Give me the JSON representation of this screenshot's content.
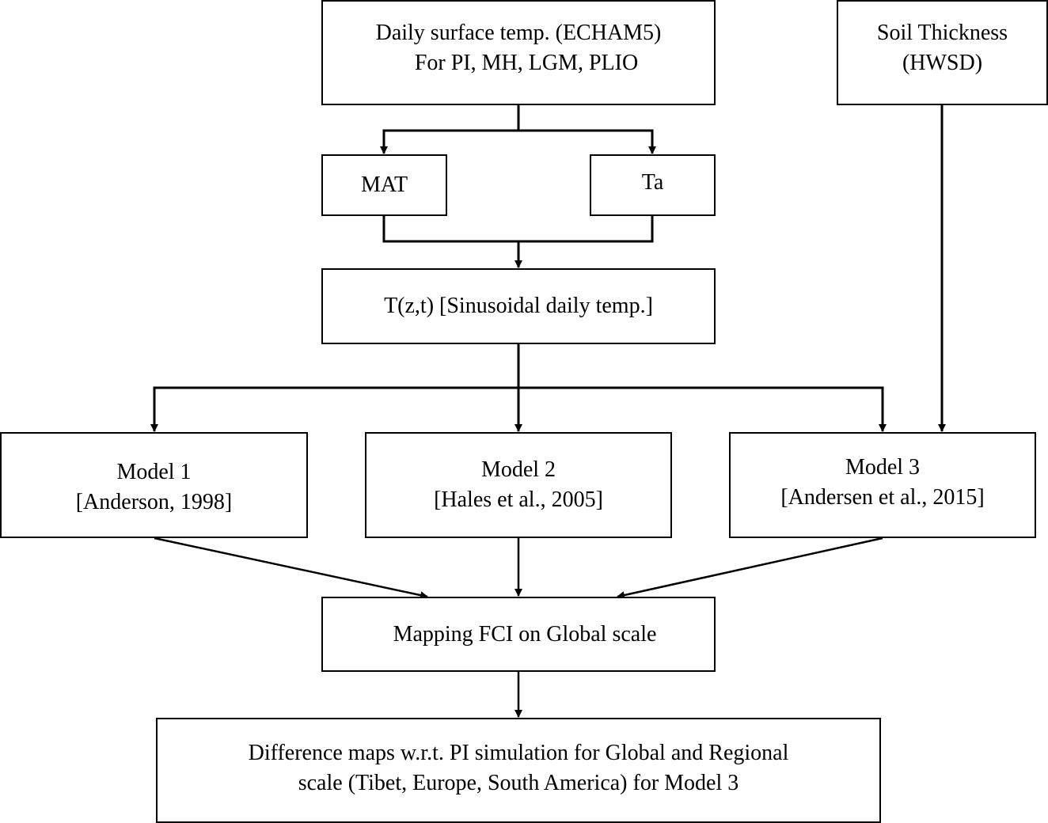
{
  "diagram": {
    "type": "flowchart",
    "colors": {
      "stroke": "#000000",
      "background": "#ffffff",
      "text": "#000000"
    },
    "nodes": {
      "daily_temp": {
        "lines": [
          "Daily surface temp. (ECHAM5)",
          "For PI, MH, LGM, PLIO"
        ]
      },
      "soil": {
        "lines": [
          "Soil Thickness",
          "(HWSD)"
        ]
      },
      "mat": {
        "lines": [
          "MAT"
        ]
      },
      "ta": {
        "lines": [
          "Ta"
        ]
      },
      "tzt": {
        "lines": [
          "T(z,t) [Sinusoidal daily temp.]"
        ]
      },
      "model1": {
        "lines": [
          "Model 1",
          "[Anderson, 1998]"
        ]
      },
      "model2": {
        "lines": [
          "Model 2",
          "[Hales et al., 2005]"
        ]
      },
      "model3": {
        "lines": [
          "Model 3",
          "[Andersen et al., 2015]"
        ]
      },
      "fci": {
        "lines": [
          "Mapping FCI on Global scale"
        ]
      },
      "diff": {
        "lines": [
          "Difference maps w.r.t. PI simulation for Global and Regional",
          "scale (Tibet, Europe, South America) for Model 3"
        ]
      }
    },
    "edges": [
      {
        "from": "daily_temp",
        "to": "mat"
      },
      {
        "from": "daily_temp",
        "to": "ta"
      },
      {
        "from": "mat",
        "to": "tzt"
      },
      {
        "from": "ta",
        "to": "tzt"
      },
      {
        "from": "tzt",
        "to": "model1"
      },
      {
        "from": "tzt",
        "to": "model2"
      },
      {
        "from": "tzt",
        "to": "model3"
      },
      {
        "from": "soil",
        "to": "model3"
      },
      {
        "from": "model1",
        "to": "fci"
      },
      {
        "from": "model2",
        "to": "fci"
      },
      {
        "from": "model3",
        "to": "fci"
      },
      {
        "from": "fci",
        "to": "diff"
      }
    ]
  }
}
